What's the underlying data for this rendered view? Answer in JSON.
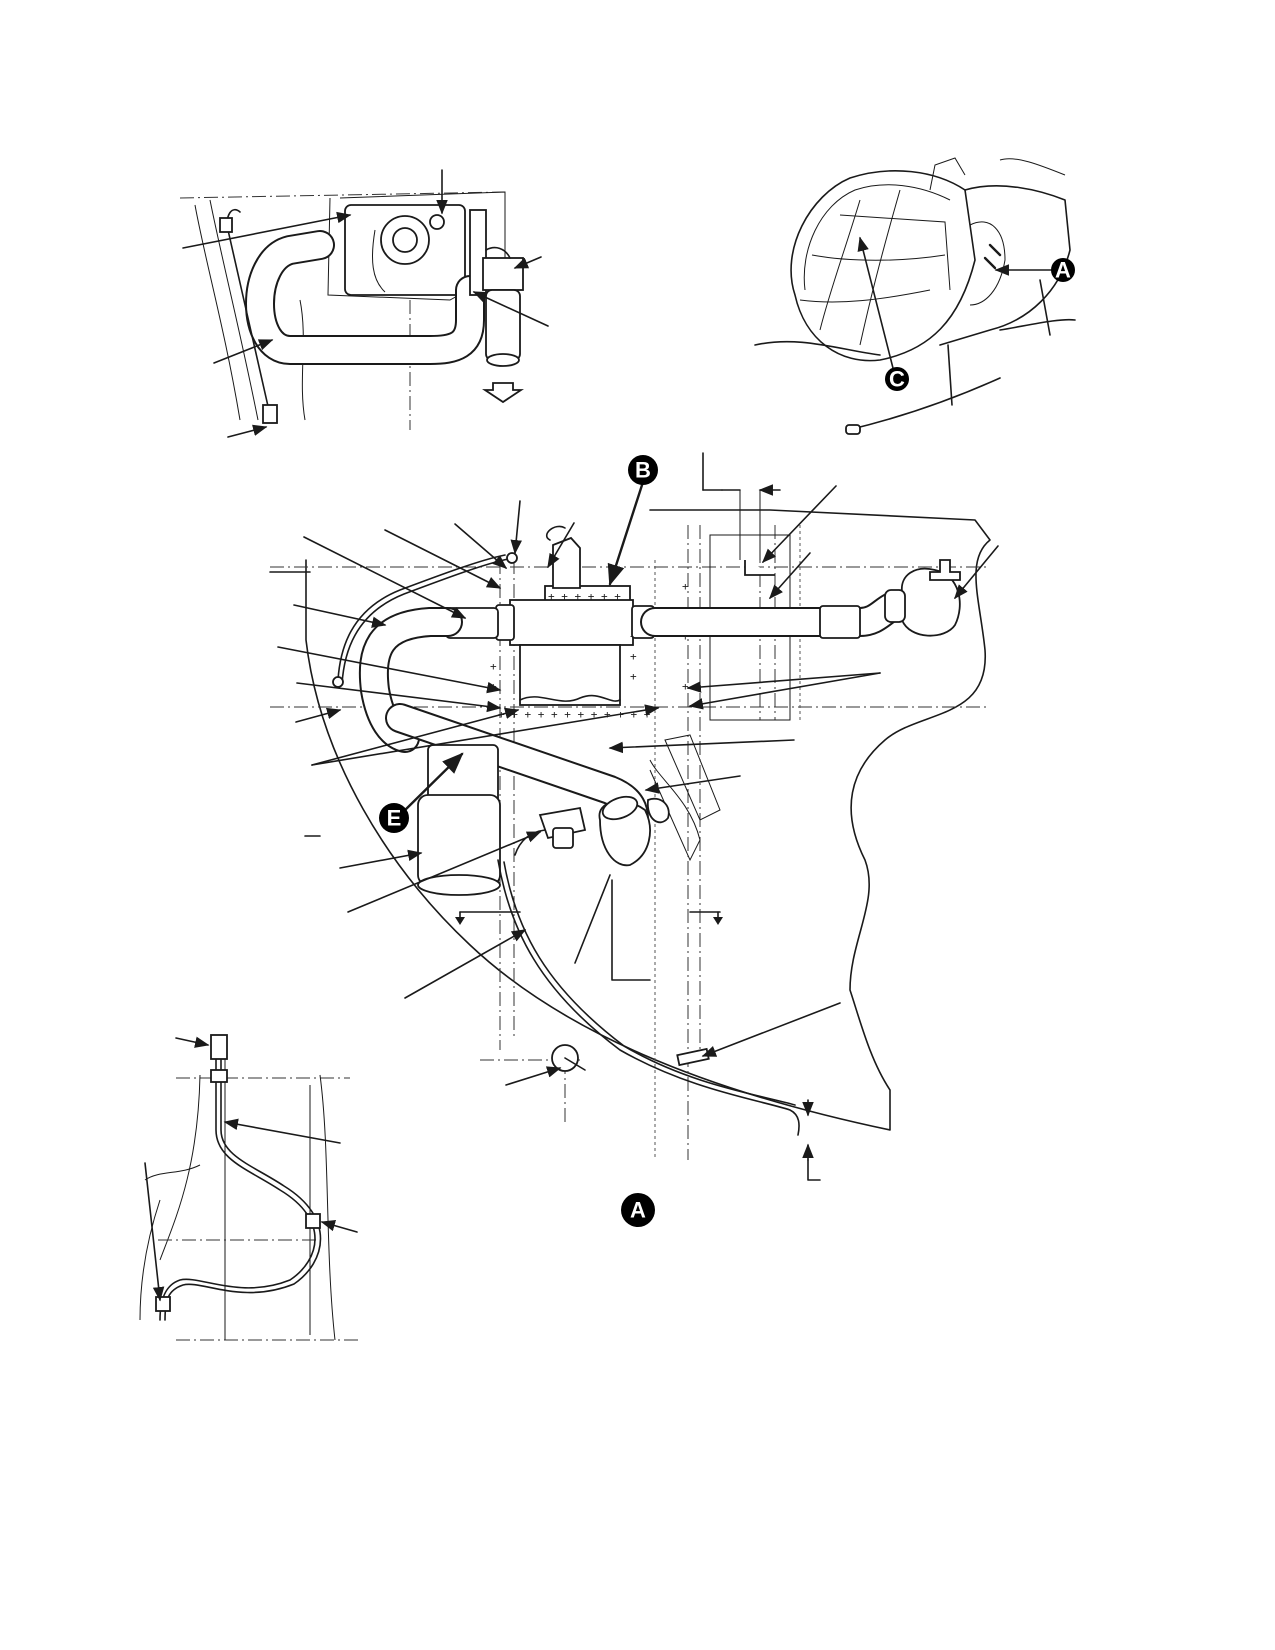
{
  "callouts": {
    "a_locator": "A",
    "c_locator": "C",
    "b_detail": "B",
    "e_detail": "E",
    "view_a": "A"
  },
  "colors": {
    "line": "#1a1a1a",
    "badge_fill": "#000000",
    "badge_text": "#ffffff",
    "background": "#ffffff"
  },
  "icons": {
    "view_direction": "hollow-down-arrow-icon",
    "section_arrow": "small-down-arrow-icon"
  }
}
